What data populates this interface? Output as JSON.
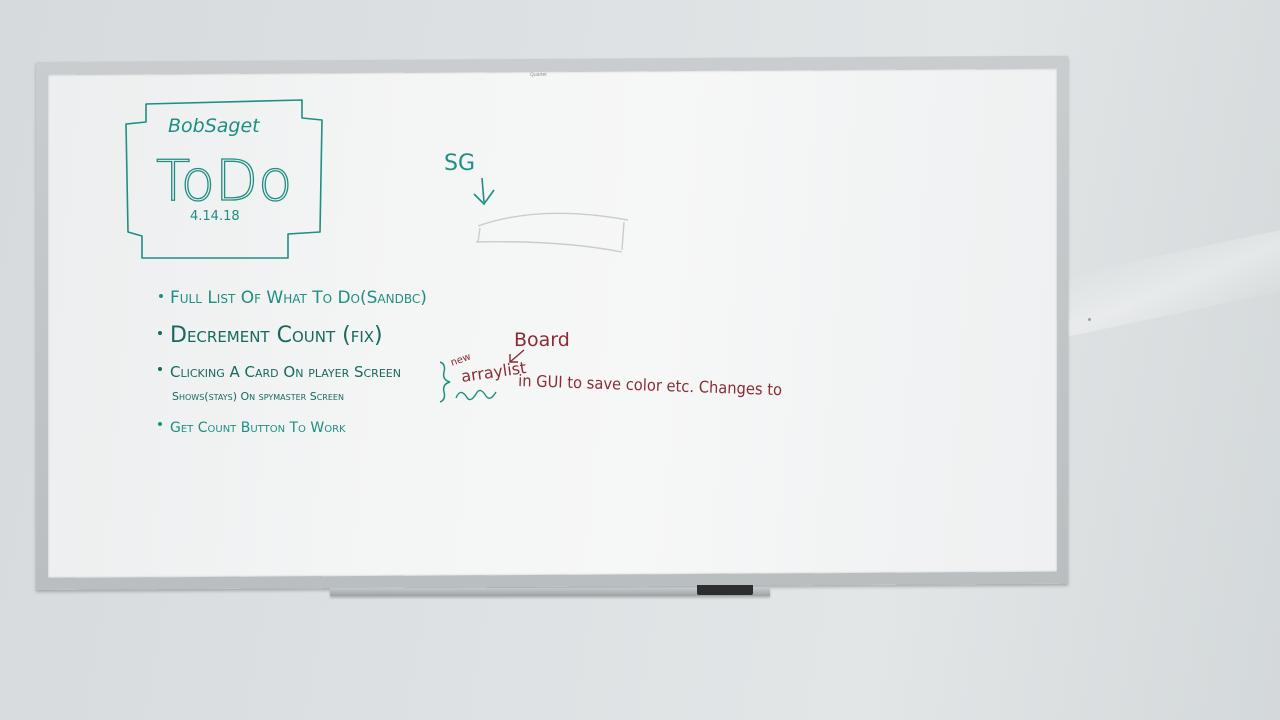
{
  "board_brand": "Quartet",
  "header_box": {
    "name": "BobSaget",
    "title": "ToDo",
    "date": "4.14.18"
  },
  "diagram": {
    "label": "SG"
  },
  "todo_items": [
    {
      "text": "Full List Of What To Do(Sandbc)"
    },
    {
      "text": "Decrement Count (fix)"
    },
    {
      "text": "Clicking A Card On player Screen",
      "subtext": "Shows(stays) On spymaster Screen"
    },
    {
      "text": "Get Count Button To Work"
    }
  ],
  "note": {
    "board_label": "Board",
    "new_label": "new",
    "arraylist": "arraylist",
    "rest": "in GUI to save color etc. Changes to"
  },
  "colors": {
    "teal_ink": "#1e8f82",
    "red_ink": "#8a2b35",
    "dark_teal_ink": "#17695f"
  }
}
